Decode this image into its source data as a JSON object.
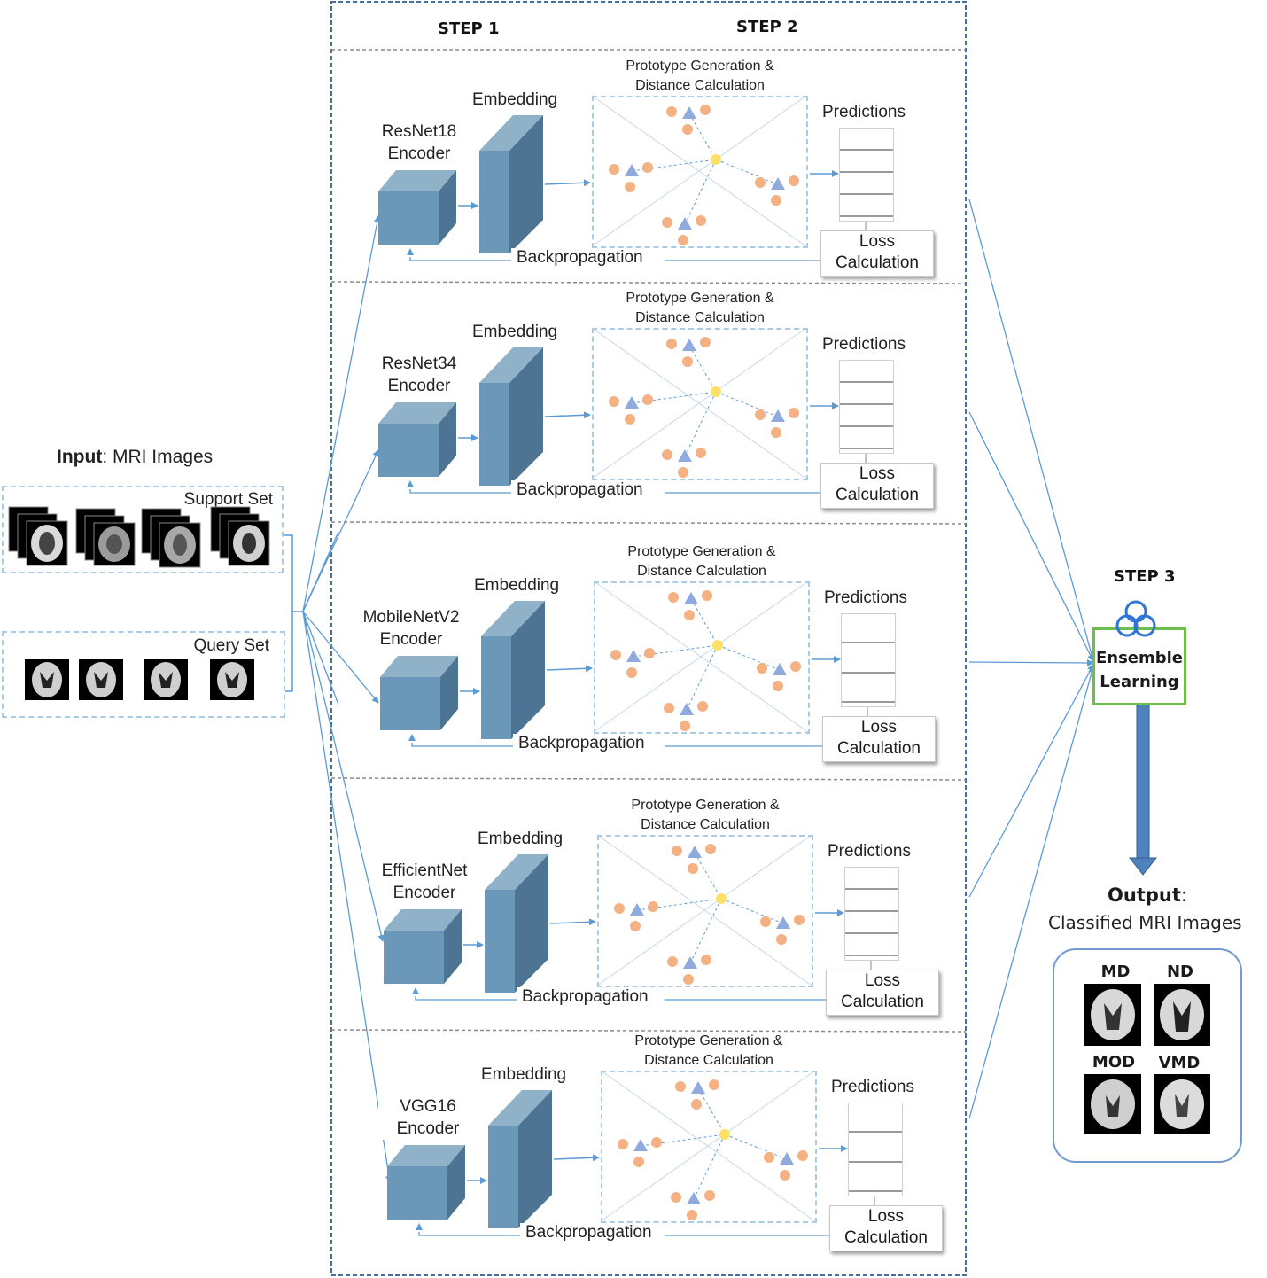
{
  "steps": {
    "step1": "STEP 1",
    "step2": "STEP 2",
    "step3": "STEP 3"
  },
  "input": {
    "title_bold": "Input",
    "title_rest": ": MRI Images",
    "support_set": "Support Set",
    "query_set": "Query Set"
  },
  "panel": {
    "embedding": "Embedding",
    "proto_line1": "Prototype Generation &",
    "proto_line2": "Distance Calculation",
    "predictions": "Predictions",
    "backprop": "Backpropagation",
    "loss_line1": "Loss",
    "loss_line2": "Calculation"
  },
  "encoders": [
    {
      "line1": "ResNet18",
      "line2": "Encoder"
    },
    {
      "line1": "ResNet34",
      "line2": "Encoder"
    },
    {
      "line1": "MobileNetV2",
      "line2": "Encoder"
    },
    {
      "line1": "EfficientNet",
      "line2": "Encoder"
    },
    {
      "line1": "VGG16",
      "line2": "Encoder"
    }
  ],
  "ensemble": {
    "line1": "Ensemble",
    "line2": "Learning"
  },
  "output": {
    "title_bold": "Output",
    "title_colon": ":",
    "subtitle": "Classified MRI Images",
    "classes": [
      "MD",
      "ND",
      "MOD",
      "VMD"
    ]
  },
  "colors": {
    "accent": "#5b9bd5",
    "encoder_block": "#5f8dab",
    "prototype_dot": "#f4b183",
    "triangle": "#8faadc",
    "centroid": "#ffe066",
    "ensemble_border": "#6cbf4a",
    "output_arrow": "#4f81bd"
  },
  "icons": {
    "ensemble": "trefoil-knot-icon"
  }
}
